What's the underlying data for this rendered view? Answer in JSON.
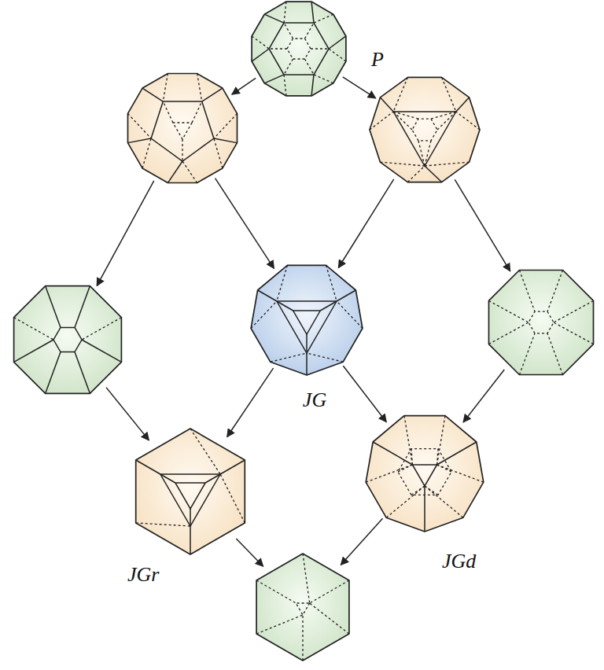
{
  "diagram": {
    "nodes": [
      {
        "text": [
          "P"
        ]
      },
      {
        "text": []
      },
      {
        "text": []
      },
      {
        "text": []
      },
      {
        "text": [
          "JG"
        ]
      },
      {
        "text": []
      },
      {
        "text": [
          "JGr"
        ]
      },
      {
        "text": [
          "JGd"
        ]
      },
      {
        "text": []
      }
    ],
    "edges": [
      {
        "from": 0,
        "to": 1,
        "arrow": "to"
      },
      {
        "from": 0,
        "to": 2,
        "arrow": "to"
      },
      {
        "from": 1,
        "to": 3,
        "arrow": "to"
      },
      {
        "from": 1,
        "to": 4,
        "arrow": "to"
      },
      {
        "from": 2,
        "to": 4,
        "arrow": "to"
      },
      {
        "from": 2,
        "to": 5,
        "arrow": "to"
      },
      {
        "from": 3,
        "to": 6,
        "arrow": "to"
      },
      {
        "from": 4,
        "to": 6,
        "arrow": "to"
      },
      {
        "from": 4,
        "to": 7,
        "arrow": "to"
      },
      {
        "from": 5,
        "to": 7,
        "arrow": "to"
      },
      {
        "from": 6,
        "to": 8,
        "arrow": "to"
      },
      {
        "from": 7,
        "to": 8,
        "arrow": "to"
      }
    ]
  }
}
